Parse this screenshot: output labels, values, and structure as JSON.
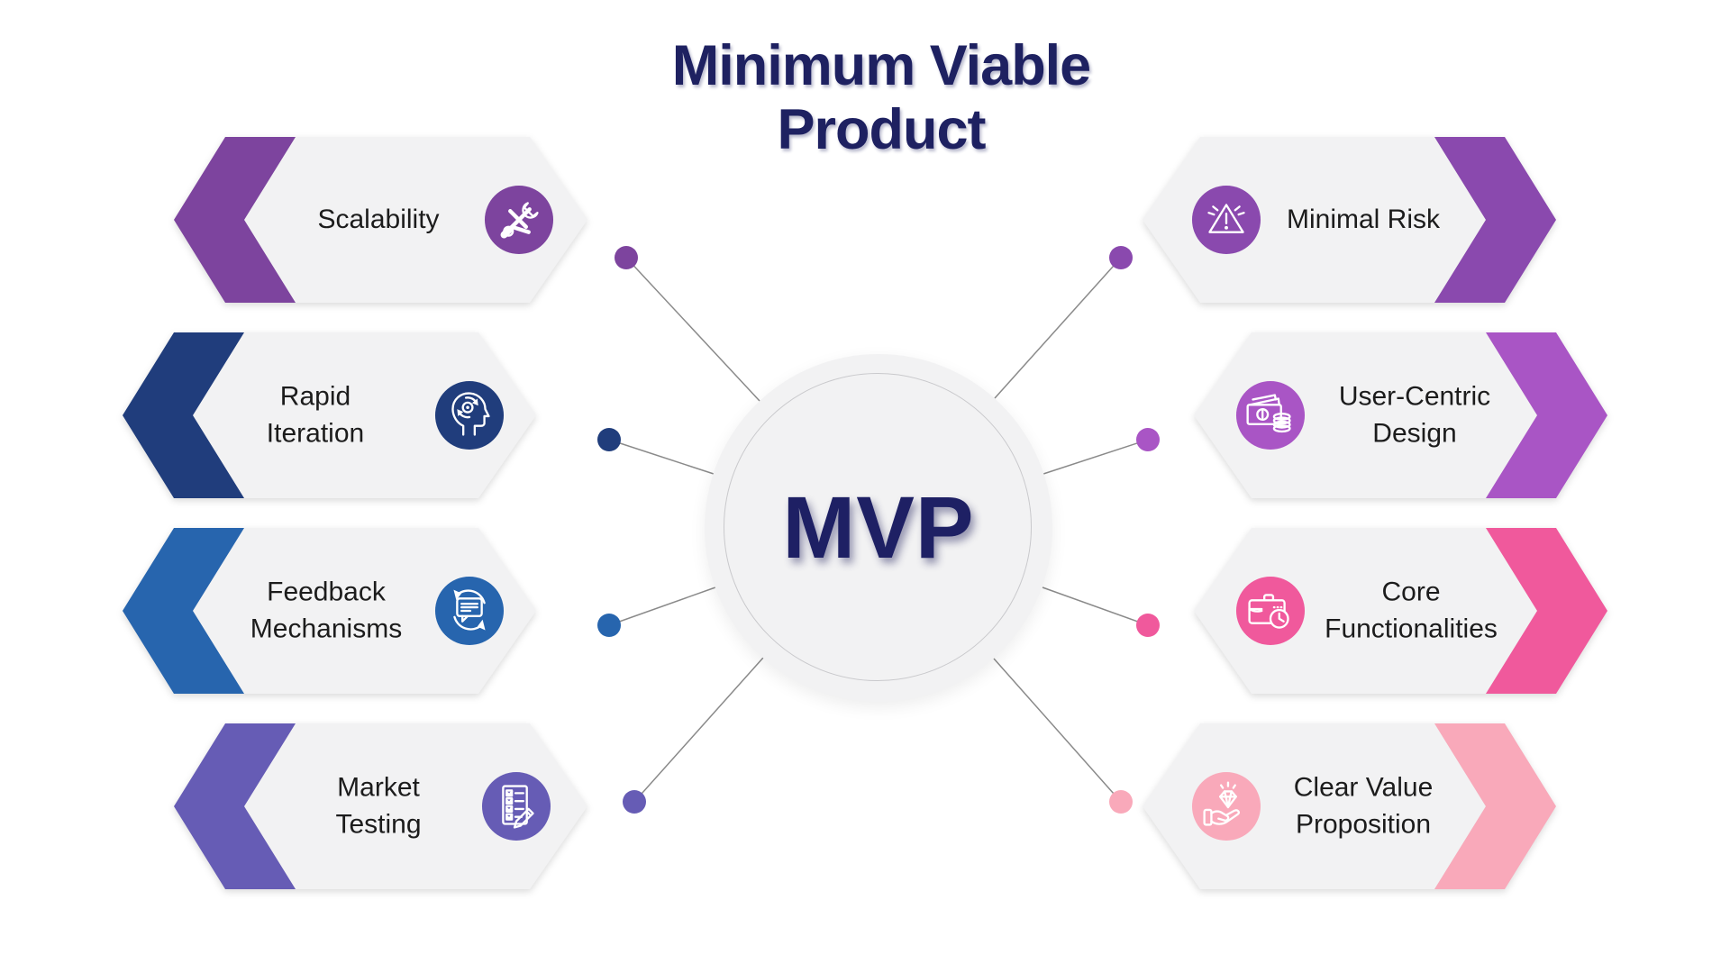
{
  "title": "Minimum Viable\nProduct",
  "center": {
    "label": "MVP"
  },
  "colors": {
    "background": "#ffffff",
    "title_text": "#1e2161",
    "center_text": "#1e2064",
    "banner_bg": "#f2f2f3",
    "label_text": "#1c1c1c",
    "connector_line": "#8a8a8a",
    "icon_glyph": "#ffffff"
  },
  "items": [
    {
      "label": "Scalability",
      "side": "left",
      "color": "#7d449e",
      "icon": "tools-icon"
    },
    {
      "label": "Rapid\nIteration",
      "side": "left",
      "color": "#203d7c",
      "icon": "head-gear-icon"
    },
    {
      "label": "Feedback\nMechanisms",
      "side": "left",
      "color": "#2765ae",
      "icon": "chat-refresh-icon"
    },
    {
      "label": "Market\nTesting",
      "side": "left",
      "color": "#665cb5",
      "icon": "checklist-pencil-icon"
    },
    {
      "label": "Minimal Risk",
      "side": "right",
      "color": "#8a49ae",
      "icon": "warning-icon"
    },
    {
      "label": "User-Centric\nDesign",
      "side": "right",
      "color": "#a955c5",
      "icon": "money-icon"
    },
    {
      "label": "Core\nFunctionalities",
      "side": "right",
      "color": "#f0599c",
      "icon": "briefcase-clock-icon"
    },
    {
      "label": "Clear Value\nProposition",
      "side": "right",
      "color": "#f9a9ba",
      "icon": "hand-diamond-icon"
    }
  ]
}
